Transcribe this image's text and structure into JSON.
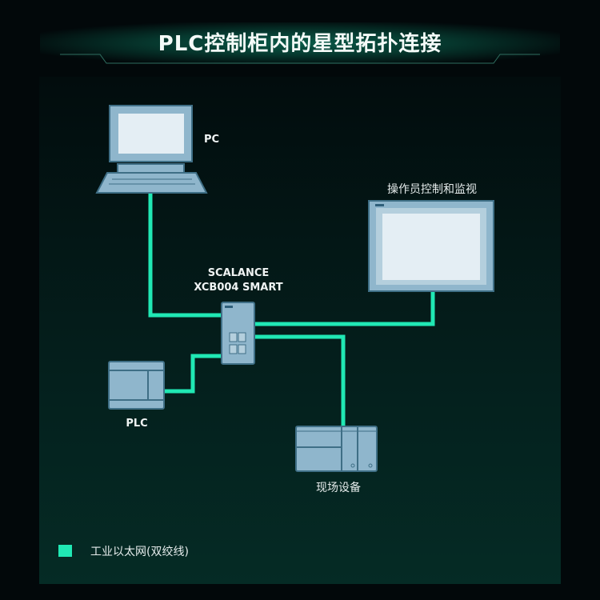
{
  "title": "PLC控制柜内的星型拓扑连接",
  "nodes": {
    "pc": {
      "label": "PC",
      "icon": "pc-icon"
    },
    "switch": {
      "label_line1": "SCALANCE",
      "label_line2": "XCB004 SMART",
      "icon": "switch-icon"
    },
    "hmi": {
      "label": "操作员控制和监视",
      "icon": "hmi-panel-icon"
    },
    "plc": {
      "label": "PLC",
      "icon": "plc-icon"
    },
    "field": {
      "label": "现场设备",
      "icon": "field-device-icon"
    }
  },
  "legend": {
    "label": "工业以太网(双绞线)",
    "color": "#20e8b4"
  },
  "colors": {
    "link": "#20e8b4",
    "device_fill": "#8fb6cc",
    "device_stroke": "#3f6f86",
    "screen": "#e4eef4"
  }
}
